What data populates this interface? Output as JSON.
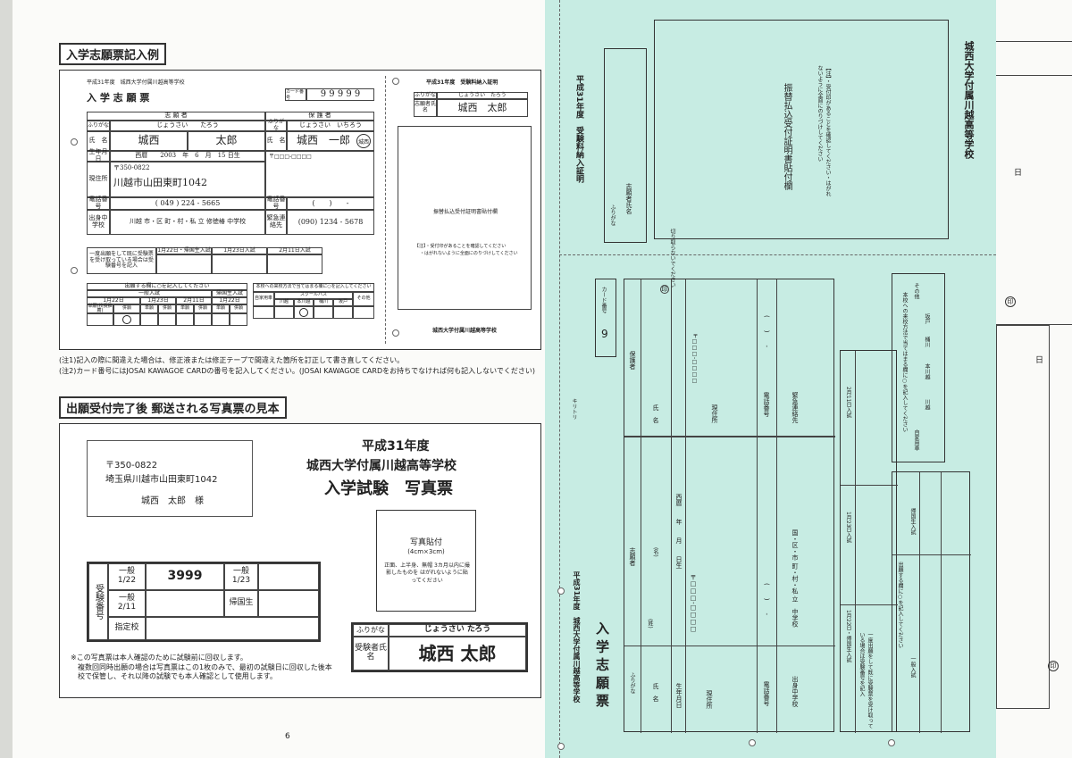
{
  "left_page": {
    "heading1": "入学志願票記入例",
    "form": {
      "header_year": "平成31年度　城西大学付属川越高等学校",
      "title": "入 学 志 願 票",
      "card_label": "カード番号",
      "card_no": "9 9 9 9 9",
      "applicant_label": "志 願 者",
      "guardian_label": "保 護 者",
      "furigana_label": "ふりがな",
      "name_label": "氏　名",
      "applicant_kana": "じょうさい　　たろう",
      "applicant_name_sei": "城西",
      "applicant_name_mei": "太郎",
      "guardian_kana": "じょうさい　いちろう",
      "guardian_name": "城西　一郎",
      "seal": "城西",
      "dob_label": "生年月日",
      "dob_value": "西暦　　2003　年　6　月　15 日生",
      "address_label": "現住所",
      "postal": "〒350-0822",
      "address_value": "川越市山田東町1042",
      "guardian_postal": "〒□□□-□□□□",
      "phone_label": "電話番号",
      "phone_value": "( 049 ) 224 - 5665",
      "guardian_phone": "(　　)　　-",
      "school_label": "出身中学校",
      "school_value": "川越 市・区 町・村・私 立 修徳椿 中学校",
      "emergency_label": "緊急連絡先",
      "emergency_value": "(090) 1234 - 5678",
      "retake_label": "一度出願をして既に受験票を受け取っている場合は受験番号を記入",
      "exam_dates": [
        "1月22日・帰国生入試",
        "1月23日入試",
        "2月11日入試"
      ],
      "mark_label": "出願する欄に○を記入してください",
      "general_label": "一般入試",
      "returnee_label": "帰国生入試",
      "exam_cols": [
        "1月22日",
        "1月23日",
        "2月11日",
        "1月22日"
      ],
      "row_types": [
        "単願(校長推薦)",
        "併願",
        "併願",
        "併願",
        "単願",
        "併願"
      ],
      "bus_label": "本校への来校方法で当てはまる欄に○を記入してください",
      "bus_cols": [
        "自家用車",
        "川越",
        "本川越",
        "桶川",
        "坂戸",
        "その他"
      ],
      "bus_header": "スクールバス",
      "side_title": "平成31年度　受験料納入証明",
      "side_kana": "じょうさい　たろう",
      "side_name": "城西　太郎",
      "side_name_label": "志願者氏名",
      "side_box_label": "振替払込受付証明書貼付欄",
      "side_note1": "【注】・受付印があることを確認してください",
      "side_note2": "・はがれないように全面にのりづけしてください",
      "side_school": "城西大学付属川越高等学校"
    },
    "notes": [
      "(注1)記入の際に間違えた場合は、修正液または修正テープで間違えた箇所を訂正して書き直してください。",
      "(注2)カード番号にはJOSAI KAWAGOE CARDの番号を記入してください。(JOSAI KAWAGOE CARDをお持ちでなければ何も記入しないでください)"
    ],
    "heading2": "出願受付完了後 郵送される写真票の見本",
    "photo_card": {
      "postal": "〒350-0822",
      "address": "埼玉県川越市山田東町1042",
      "addressee": "城西　太郎　様",
      "year": "平成31年度",
      "school": "城西大学付属川越高等学校",
      "title": "入学試験　写真票",
      "photo_label": "写真貼付",
      "photo_size": "(4cm×3cm)",
      "photo_note": "正面、上半身、無帽 3カ月以内に撮影したものを はがれないように貼ってください",
      "exam_no_label": "受験番号",
      "cells": [
        "一般 1/22",
        "3999",
        "一般 1/23",
        "一般 2/11",
        "帰国生",
        "指定校"
      ],
      "furigana_label": "ふりがな",
      "kana": "じょうさい たろう",
      "name_label": "受験者氏名",
      "name": "城西 太郎",
      "footnote1": "※この写真票は本人確認のために試験前に回収します。",
      "footnote2": "複数回同時出願の場合は写真票はこの1枚のみで、最初の試験日に回収した後本校で保管し、それ以降の試験でも本人確認として使用します。"
    },
    "page_no": "6"
  },
  "right_page": {
    "proof_title": "平成31年度　受験料納入証明",
    "furigana_label": "ふりがな",
    "applicant_label": "志願者氏名",
    "box_label": "振替払込受付証明書貼付欄",
    "box_note": "【注】・受付印があることを確認してください・はがれないように全面にのりづけしてください",
    "school": "城西大学付属川越高等学校",
    "cut_label": "切り取らないでください",
    "cut_label2": "キリトリ",
    "form_header": "平成31年度　城西大学付属川越高等学校",
    "form_title": "入 学 志 願 票",
    "card_label": "カード番号",
    "card_no": "9",
    "applicant": "志願者",
    "guardian": "保護者",
    "name": "氏　名",
    "furigana": "ふりがな",
    "sei": "(姓)",
    "mei": "(名)",
    "dob": "生年月日",
    "dob_value": "西暦　　年　　月　　日生",
    "address": "現住所",
    "postal": "〒□□□-□□□□",
    "phone": "電話番号",
    "phone_value": "(　　)　　-",
    "school_label": "出身中学校",
    "school_value": "国・区・市 町・村・私 立　中学校",
    "emergency": "緊急連絡先",
    "exam_dates": [
      "1月22日・帰国生入試",
      "1月23日入試",
      "2月11日入試"
    ],
    "retake": "一度出願をして既に受験票を受け取っている場合は受験番号を記入",
    "mark": "出願する欄に○を記入してください",
    "general": "一般入試",
    "returnee": "帰国生入試",
    "bus": "本校への来校方法で当てはまる欄に○を記入してください",
    "bus_cols": [
      "自家用車",
      "川越",
      "本川越",
      "桶川",
      "坂戸",
      "その他"
    ],
    "seal": "印"
  },
  "back_page": {
    "seal1": "印",
    "seal2": "印",
    "day": "日",
    "day2": "日"
  }
}
